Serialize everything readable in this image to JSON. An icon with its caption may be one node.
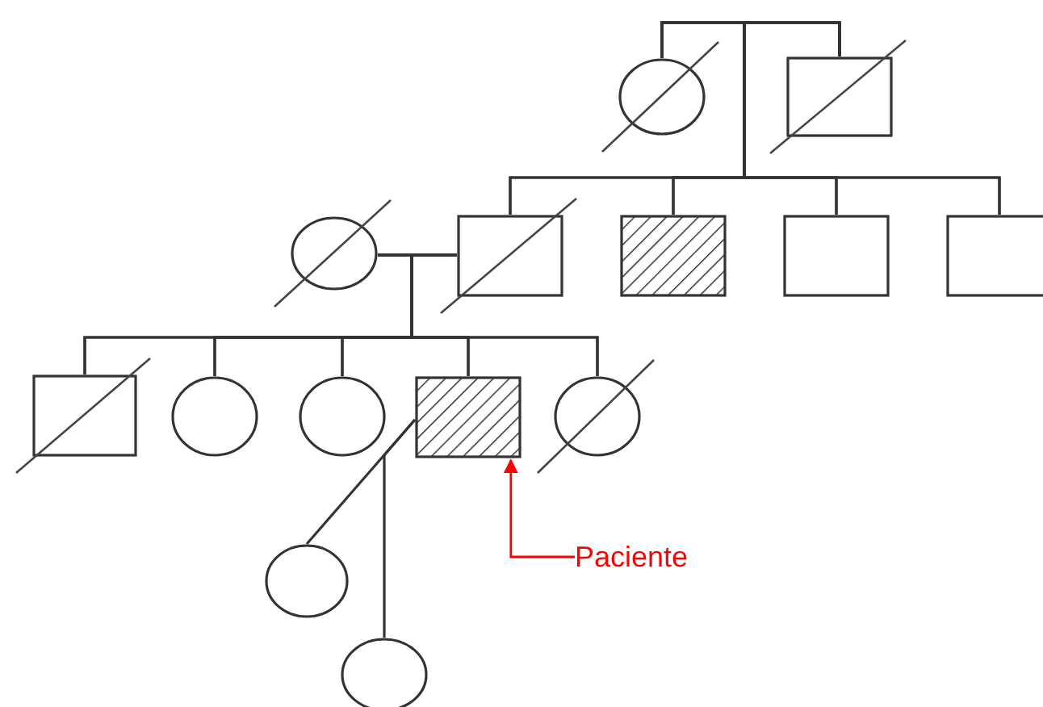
{
  "diagram": {
    "nodes": [
      {
        "text": [],
        "shape": "circle"
      },
      {
        "text": [],
        "shape": "box"
      },
      {
        "text": [],
        "shape": "circle"
      },
      {
        "text": [],
        "shape": "box"
      },
      {
        "text": [],
        "shape": "box"
      },
      {
        "text": [],
        "shape": "box"
      },
      {
        "text": [],
        "shape": "box"
      },
      {
        "text": [],
        "shape": "box"
      },
      {
        "text": [],
        "shape": "circle"
      },
      {
        "text": [],
        "shape": "circle"
      },
      {
        "text": [],
        "shape": "box"
      },
      {
        "text": [],
        "shape": "circle"
      },
      {
        "text": [],
        "shape": "circle"
      },
      {
        "text": [],
        "shape": "circle"
      },
      {
        "text": [
          "Paciente"
        ]
      }
    ],
    "edges": [
      {
        "from": 0,
        "to": 1,
        "arrow": "none"
      },
      {
        "from": 0,
        "to": 3,
        "arrow": "none"
      },
      {
        "from": 0,
        "to": 4,
        "arrow": "none"
      },
      {
        "from": 0,
        "to": 5,
        "arrow": "none"
      },
      {
        "from": 0,
        "to": 6,
        "arrow": "none"
      },
      {
        "from": 1,
        "to": 3,
        "arrow": "none"
      },
      {
        "from": 1,
        "to": 4,
        "arrow": "none"
      },
      {
        "from": 1,
        "to": 5,
        "arrow": "none"
      },
      {
        "from": 1,
        "to": 6,
        "arrow": "none"
      },
      {
        "from": 2,
        "to": 3,
        "arrow": "none"
      },
      {
        "from": 2,
        "to": 7,
        "arrow": "none"
      },
      {
        "from": 2,
        "to": 8,
        "arrow": "none"
      },
      {
        "from": 2,
        "to": 9,
        "arrow": "none"
      },
      {
        "from": 2,
        "to": 10,
        "arrow": "none"
      },
      {
        "from": 2,
        "to": 11,
        "arrow": "none"
      },
      {
        "from": 3,
        "to": 7,
        "arrow": "none"
      },
      {
        "from": 3,
        "to": 8,
        "arrow": "none"
      },
      {
        "from": 3,
        "to": 9,
        "arrow": "none"
      },
      {
        "from": 3,
        "to": 10,
        "arrow": "none"
      },
      {
        "from": 3,
        "to": 11,
        "arrow": "none"
      },
      {
        "from": 10,
        "to": 12,
        "arrow": "none"
      },
      {
        "from": 10,
        "to": 13,
        "arrow": "none"
      },
      {
        "from": 14,
        "to": 10,
        "arrow": "to",
        "color": "#ff0000"
      }
    ]
  }
}
